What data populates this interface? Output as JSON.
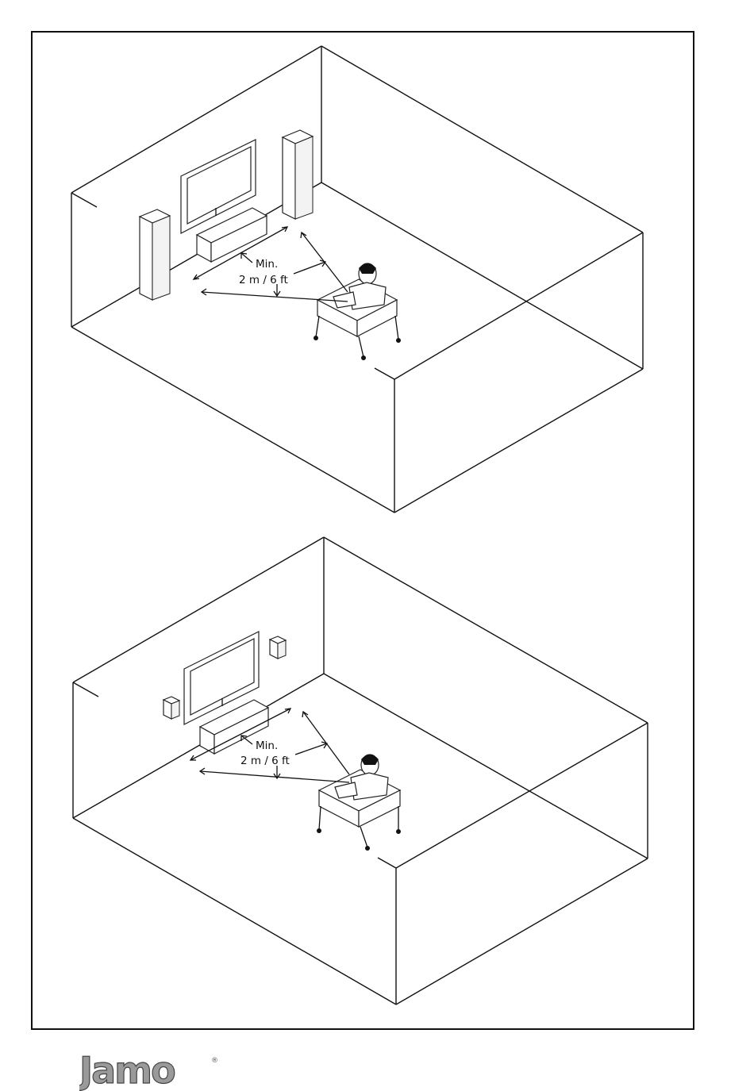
{
  "figures": [
    {
      "variant": "floor-standing-speakers",
      "label_line1": "Min.",
      "label_line2": "2 m / 6 ft"
    },
    {
      "variant": "bookshelf-speakers",
      "label_line1": "Min.",
      "label_line2": "2 m / 6 ft"
    }
  ],
  "brand": {
    "name": "Jamo",
    "registered": "®"
  }
}
